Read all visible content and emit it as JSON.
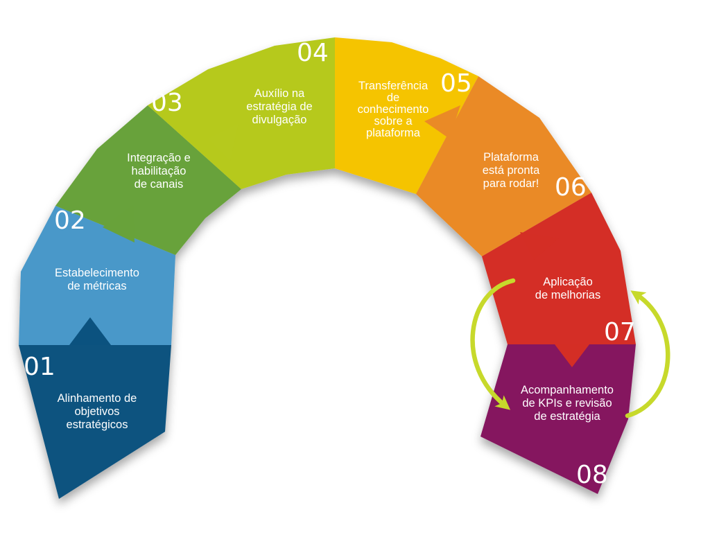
{
  "steps": [
    {
      "number": "01",
      "color": "#0b527f",
      "lines": [
        "Alinhamento de",
        "objetivos",
        "estratégicos"
      ]
    },
    {
      "number": "02",
      "color": "#4a98c9",
      "lines": [
        "Estabelecimento",
        "de métricas"
      ]
    },
    {
      "number": "03",
      "color": "#68a23a",
      "lines": [
        "Integração e",
        "habilitação",
        "de canais"
      ]
    },
    {
      "number": "04",
      "color": "#b6c91d",
      "lines": [
        "Auxílio na",
        "estratégia de",
        "divulgação"
      ]
    },
    {
      "number": "05",
      "color": "#f5c400",
      "lines": [
        "Transferência",
        "de",
        "conhecimento",
        "sobre a",
        "plataforma"
      ]
    },
    {
      "number": "06",
      "color": "#ea8a26",
      "lines": [
        "Plataforma",
        "está pronta",
        "para rodar!"
      ]
    },
    {
      "number": "07",
      "color": "#d42e25",
      "lines": [
        "Aplicação",
        "de melhorias"
      ]
    },
    {
      "number": "08",
      "color": "#85195f",
      "lines": [
        "Acompanhamento",
        "de KPIs e revisão",
        "de estratégia"
      ]
    }
  ],
  "cycle_arrow_color": "#c7d92b"
}
